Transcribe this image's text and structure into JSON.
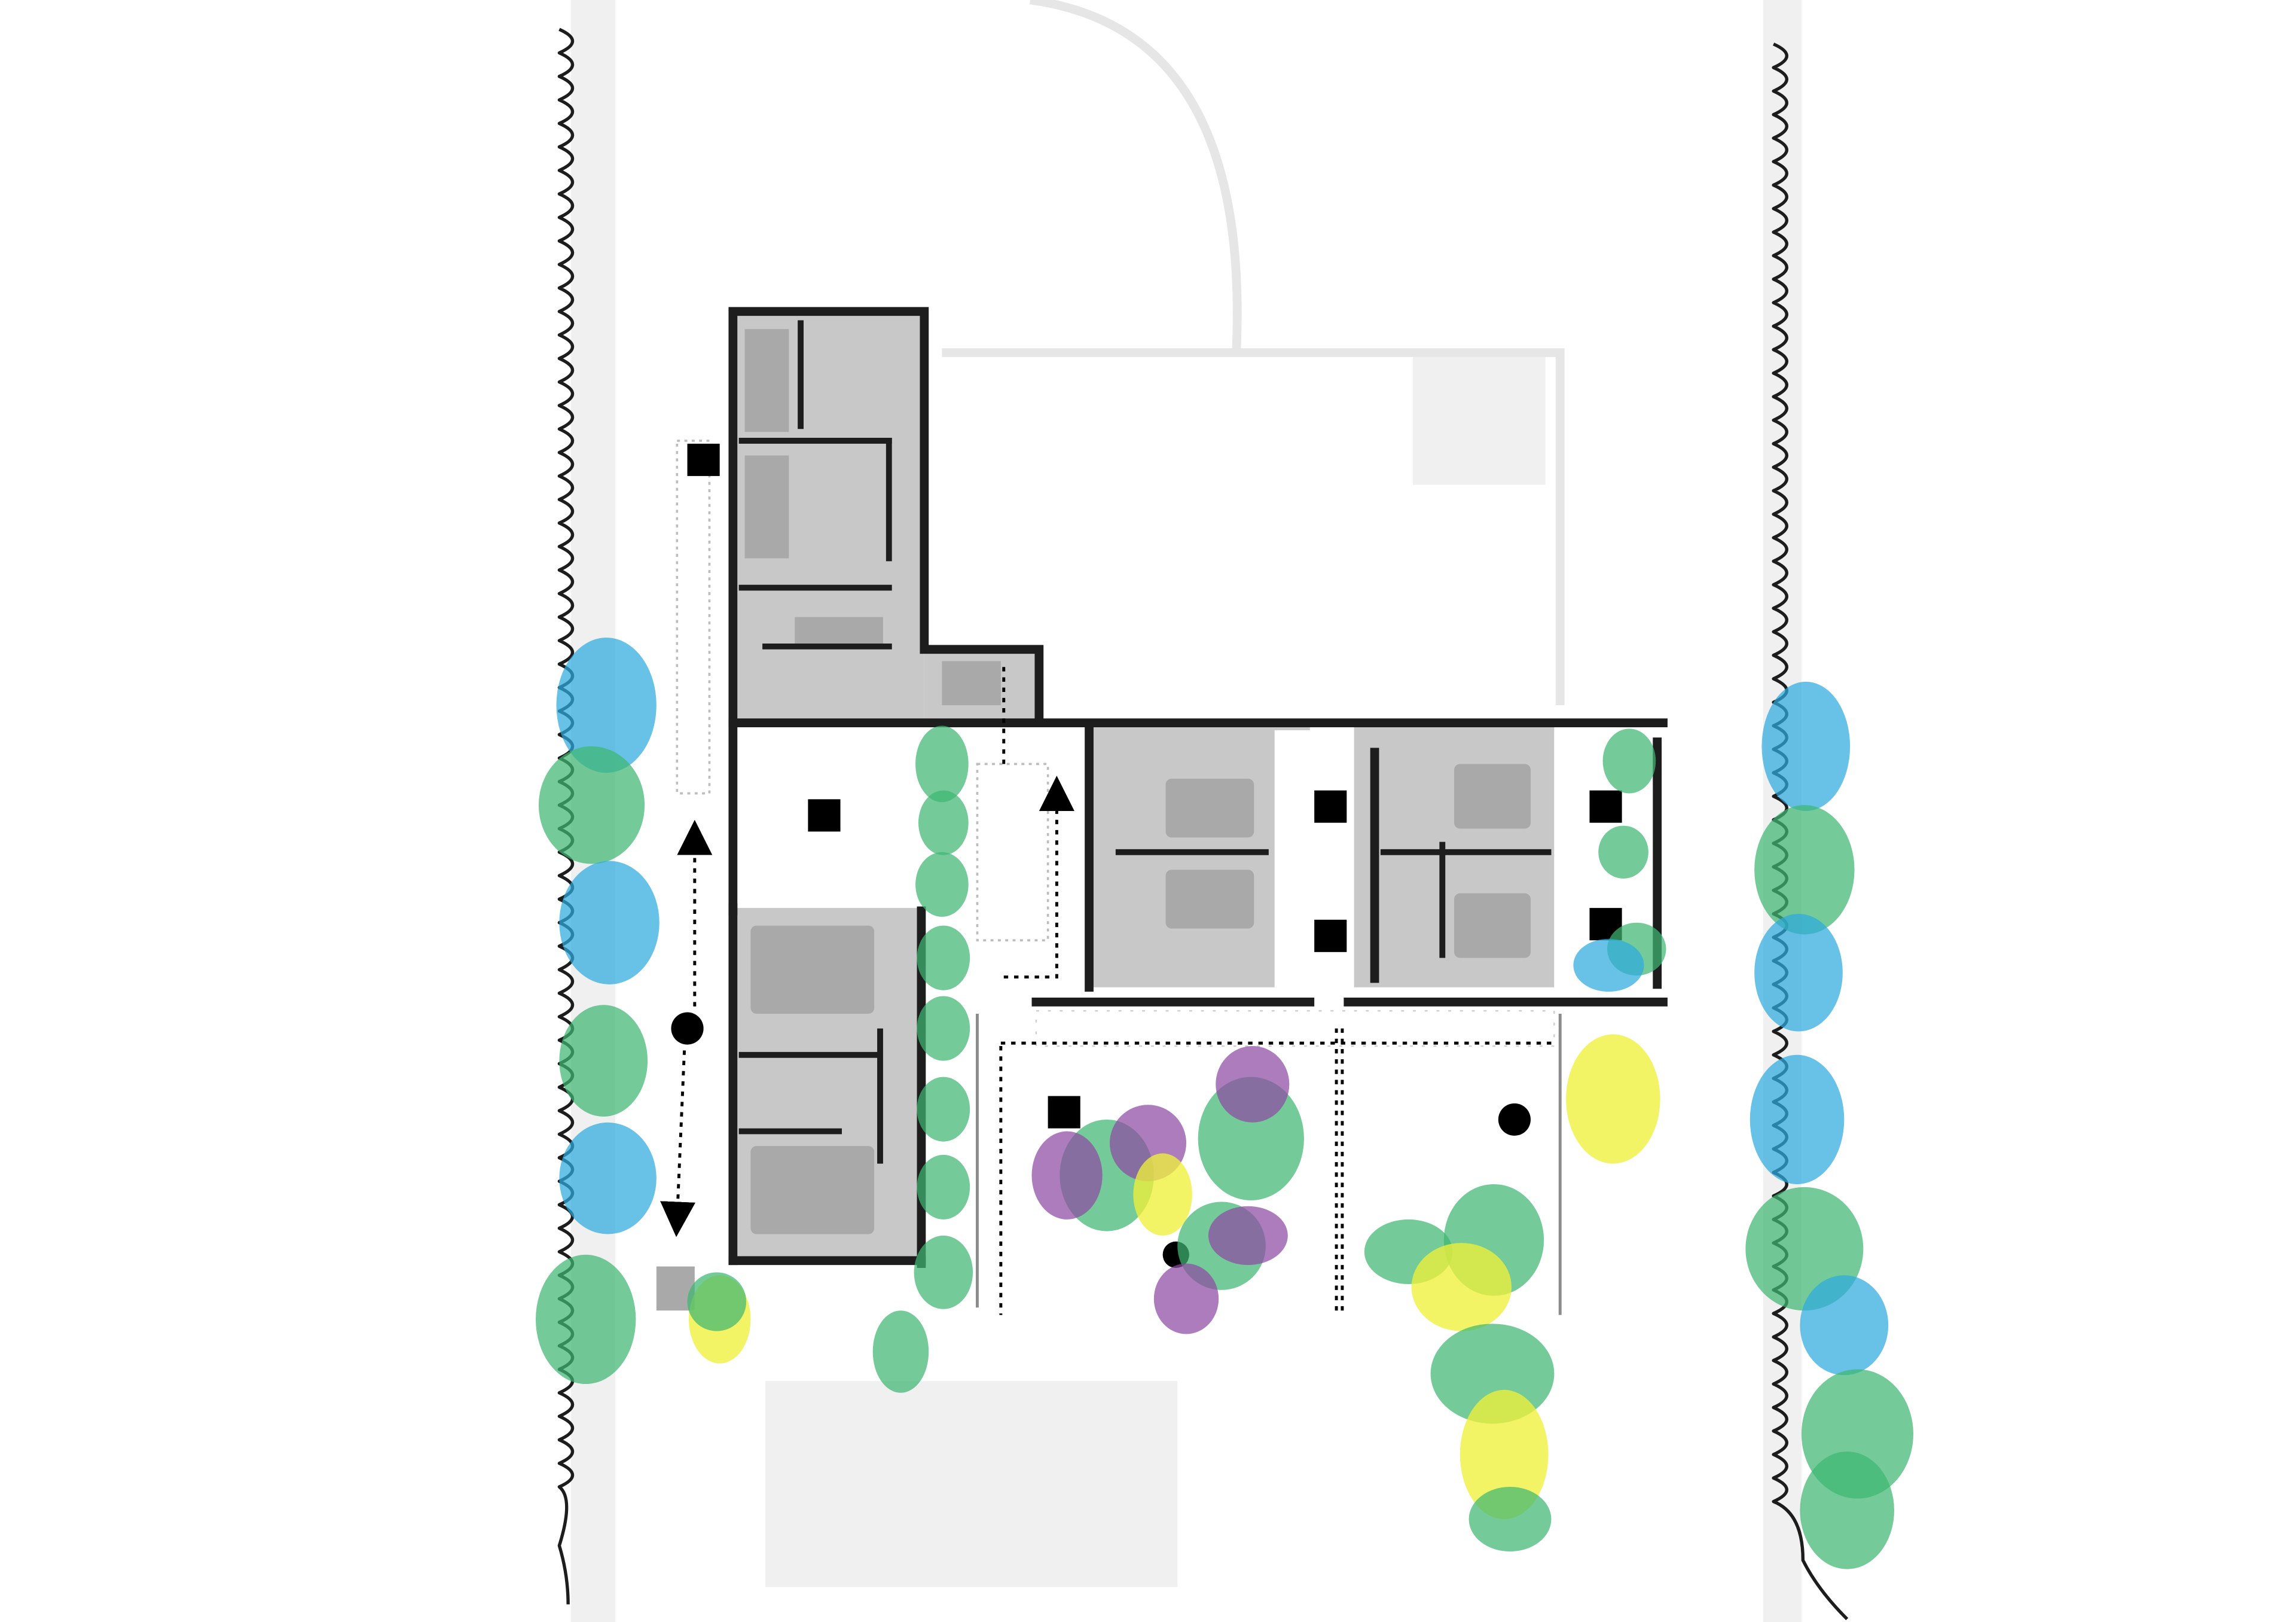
{
  "diagram": {
    "kind": "architectural-floor-plan",
    "labels": [],
    "colors": {
      "background": "#ffffff",
      "ghost": "#f0f0f0",
      "ghost_line": "#e6e6e6",
      "floor": "#c8c8c8",
      "furniture": "#a9a9a9",
      "wall": "#1d1d1d",
      "column": "#000000",
      "green": "#3fb771",
      "blue": "#2ea9dc",
      "yellow": "#eef03a",
      "purple": "#8d4aa4"
    },
    "vegetation_palette": [
      "green",
      "blue",
      "yellow",
      "purple"
    ],
    "circulation_marker": "dotted-arrow"
  }
}
